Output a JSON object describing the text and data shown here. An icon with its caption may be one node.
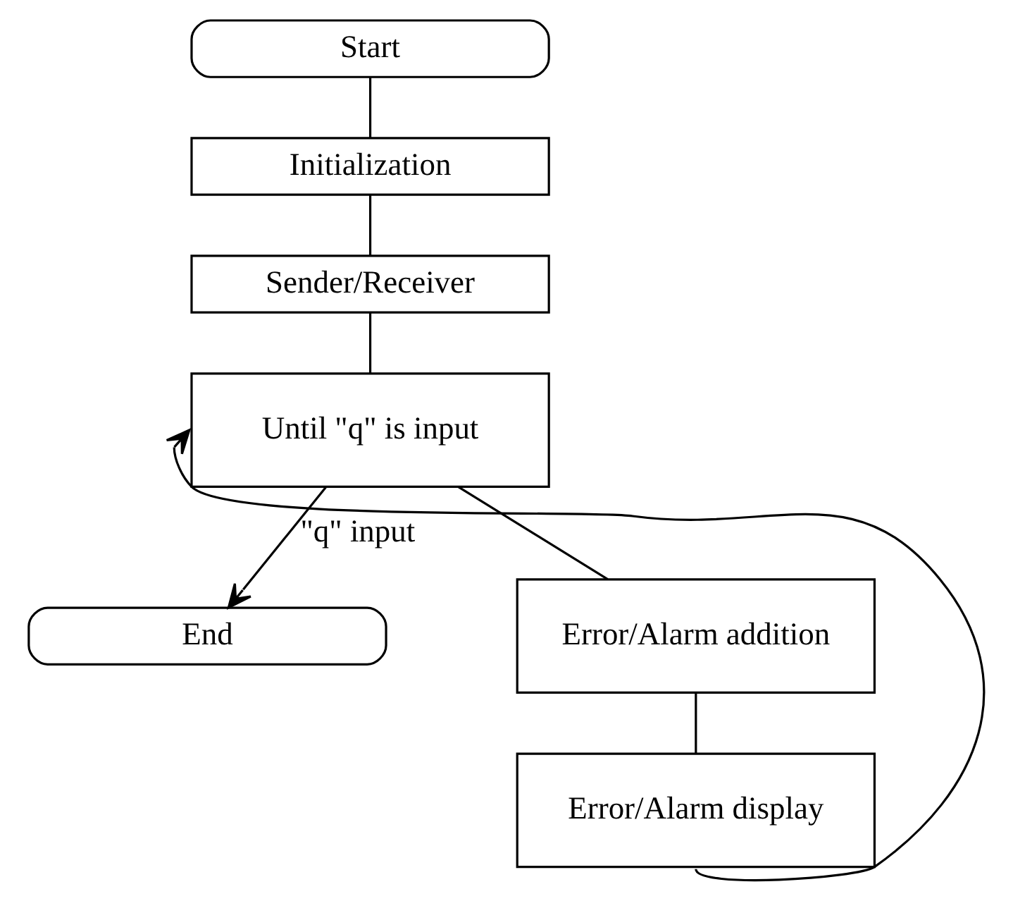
{
  "diagram": {
    "nodes": [
      {
        "text": [
          "Start"
        ]
      },
      {
        "text": [
          "Initialization"
        ]
      },
      {
        "text": [
          "Sender/Receiver"
        ]
      },
      {
        "text": [
          "Until \"q\" is input"
        ]
      },
      {
        "text": [
          "End"
        ]
      },
      {
        "text": [
          "Error/Alarm addition"
        ]
      },
      {
        "text": [
          "Error/Alarm display"
        ]
      }
    ],
    "edges": [
      {
        "from": 0,
        "to": 1,
        "arrow": "none"
      },
      {
        "from": 1,
        "to": 2,
        "arrow": "none"
      },
      {
        "from": 2,
        "to": 3,
        "arrow": "none"
      },
      {
        "from": 3,
        "to": 4,
        "arrow": "to",
        "label": "\"q\" input"
      },
      {
        "from": 3,
        "to": 5,
        "arrow": "none"
      },
      {
        "from": 5,
        "to": 6,
        "arrow": "none"
      },
      {
        "from": 6,
        "to": 3,
        "arrow": "to"
      }
    ]
  }
}
